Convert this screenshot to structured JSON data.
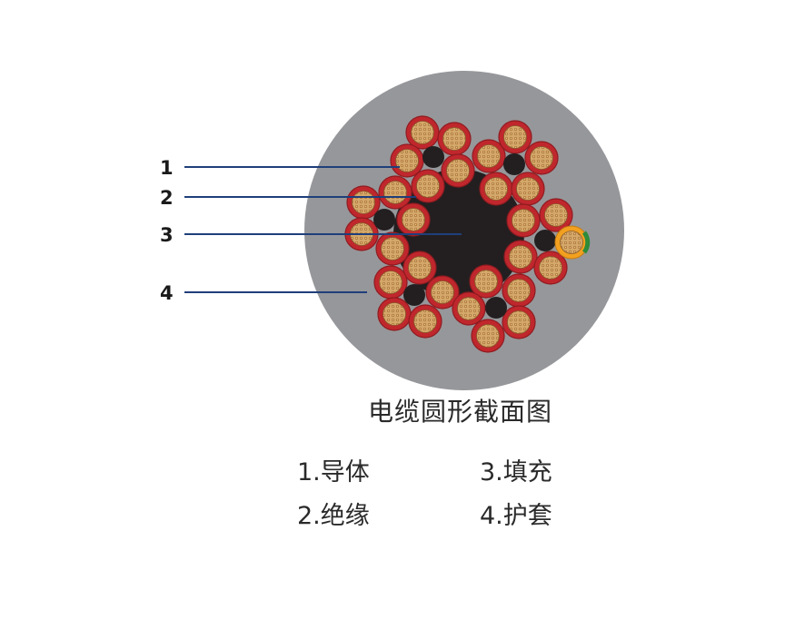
{
  "callouts": [
    {
      "number": "1",
      "target": "conductor"
    },
    {
      "number": "2",
      "target": "insulation"
    },
    {
      "number": "3",
      "target": "filler"
    },
    {
      "number": "4",
      "target": "sheath"
    }
  ],
  "caption": "电缆圆形截面图",
  "legend": [
    {
      "label": "1.导体"
    },
    {
      "label": "2.绝缘"
    },
    {
      "label": "3.填充"
    },
    {
      "label": "4.护套"
    }
  ],
  "colors": {
    "sheath": "#96979a",
    "filler": "#231f20",
    "insulation": "#c0272d",
    "insulation_edge": "#8f1b20",
    "conductor": "#c89a5c",
    "conductor_strand": "#8a5a2b",
    "ground_insulation": "#f2a01f",
    "ground_stripe": "#2e8b3a",
    "leader": "#1f3f7a"
  }
}
